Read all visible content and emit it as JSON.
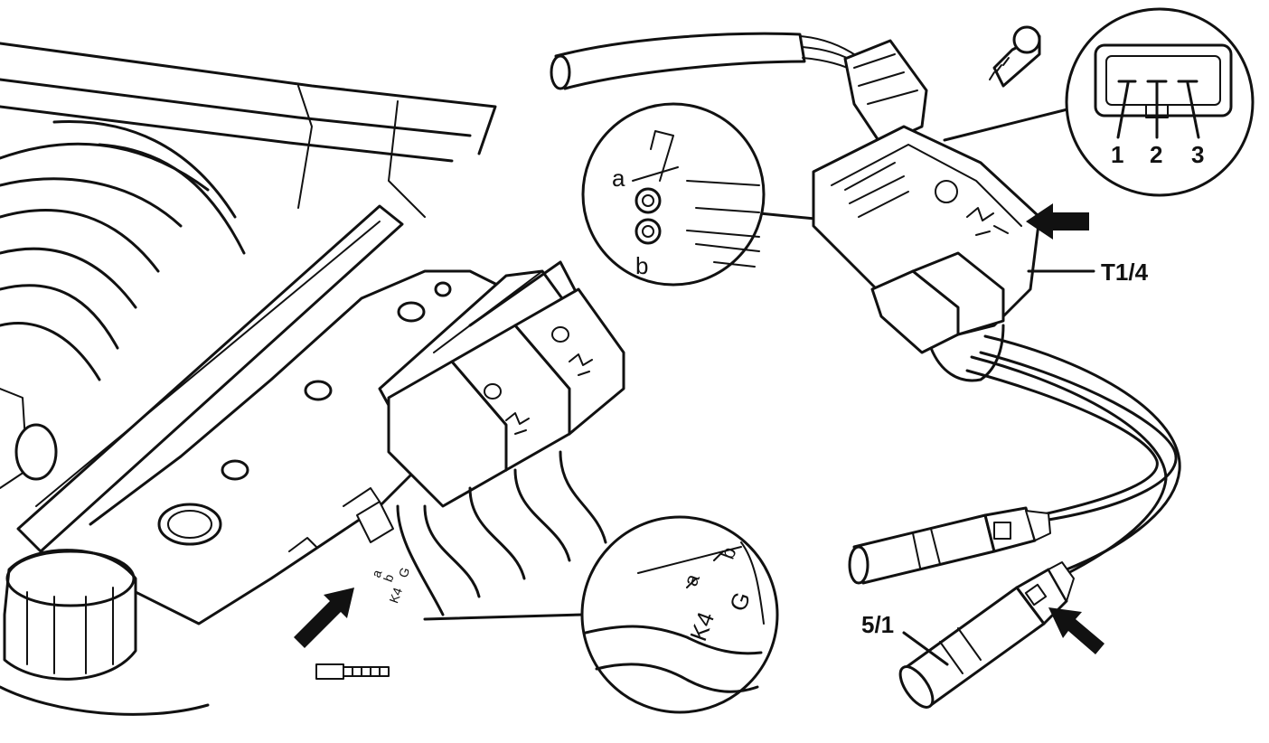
{
  "labels": {
    "detail_a": "a",
    "detail_b": "b",
    "pin_1": "1",
    "pin_2": "2",
    "pin_3": "3",
    "part_t1_4": "T1/4",
    "part_5_1": "5/1",
    "marking_a": "a",
    "marking_b": "b",
    "marking_k4": "K4",
    "marking_g": "G"
  },
  "colors": {
    "line": "#111111",
    "background": "#ffffff"
  }
}
